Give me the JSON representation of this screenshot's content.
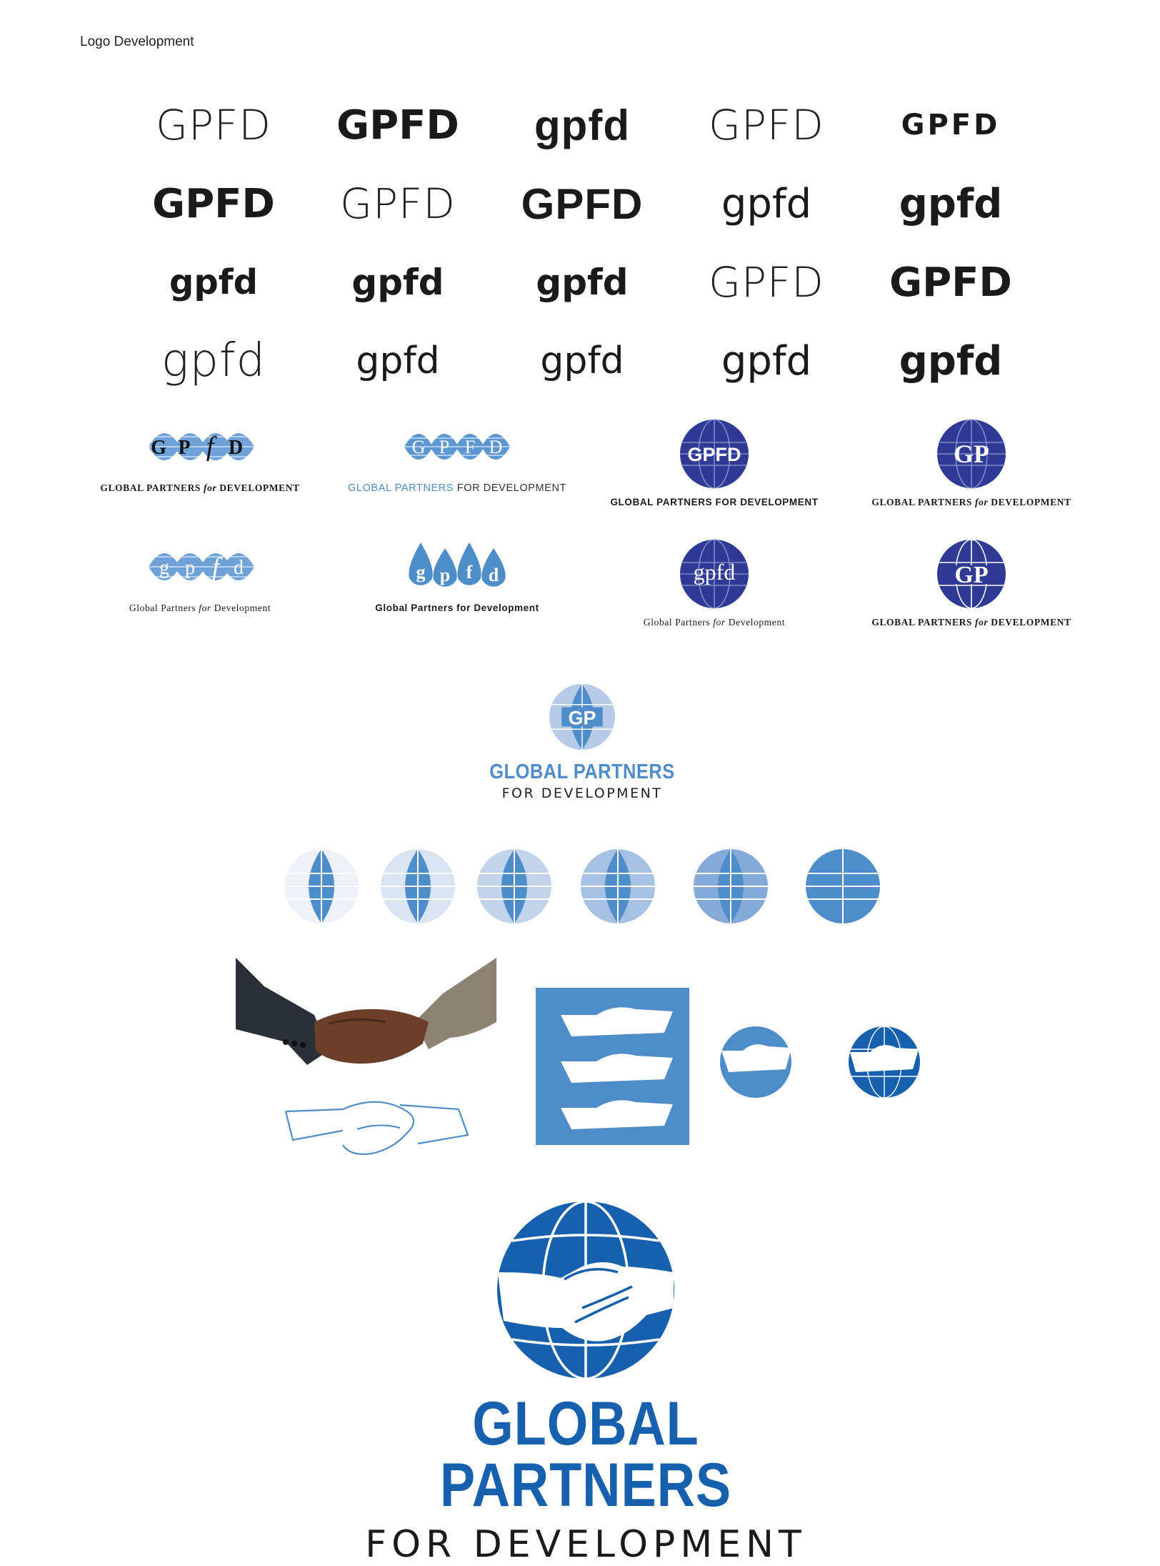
{
  "page": {
    "title": "Logo Development"
  },
  "wordmarks": [
    [
      "GPFD",
      "GPFD",
      "gpfd",
      "GPFD",
      "GPFD"
    ],
    [
      "GPFD",
      "GPFD",
      "GPFD",
      "gpfd",
      "gpfd"
    ],
    [
      "gpfd",
      "gpfd",
      "gpfd",
      "GPFD",
      "GPFD"
    ],
    [
      "gpfd",
      "gpfd",
      "gpfd",
      "gpfd",
      "gpfd"
    ]
  ],
  "logo_variants": {
    "row1": [
      {
        "mark": "GPfD",
        "tagline_pre": "GLOBAL PARTNERS ",
        "tagline_italic": "for",
        "tagline_post": " DEVELOPMENT"
      },
      {
        "mark": "GPFD",
        "tagline_blue": "GLOBAL PARTNERS",
        "tagline_post": " FOR DEVELOPMENT"
      },
      {
        "mark": "GPFD",
        "tagline": "GLOBAL PARTNERS FOR DEVELOPMENT"
      },
      {
        "mark": "GP",
        "tagline_pre": "GLOBAL PARTNERS ",
        "tagline_italic": "for",
        "tagline_post": " DEVELOPMENT"
      }
    ],
    "row2": [
      {
        "mark": "gpfd",
        "tagline_pre": "Global Partners ",
        "tagline_italic": "for",
        "tagline_post": " Development"
      },
      {
        "mark": "gpfd",
        "tagline": "Global Partners for Development"
      },
      {
        "mark": "gpfd",
        "tagline_pre": "Global Partners ",
        "tagline_italic": "for",
        "tagline_post": " Development"
      },
      {
        "mark": "GP",
        "tagline_pre": "GLOBAL PARTNERS ",
        "tagline_italic": "for",
        "tagline_post": " DEVELOPMENT"
      }
    ]
  },
  "mid_mark": {
    "mark": "GP",
    "line1": "GLOBAL PARTNERS",
    "line2": "FOR DEVELOPMENT"
  },
  "final_mark": {
    "line1": "GLOBAL PARTNERS",
    "line2": "FOR DEVELOPMENT"
  },
  "colors": {
    "light_blue": "#4f8dca",
    "navy": "#2e3a94",
    "brand_blue": "#1660ae",
    "pale_blue": "#c9d8ec"
  }
}
